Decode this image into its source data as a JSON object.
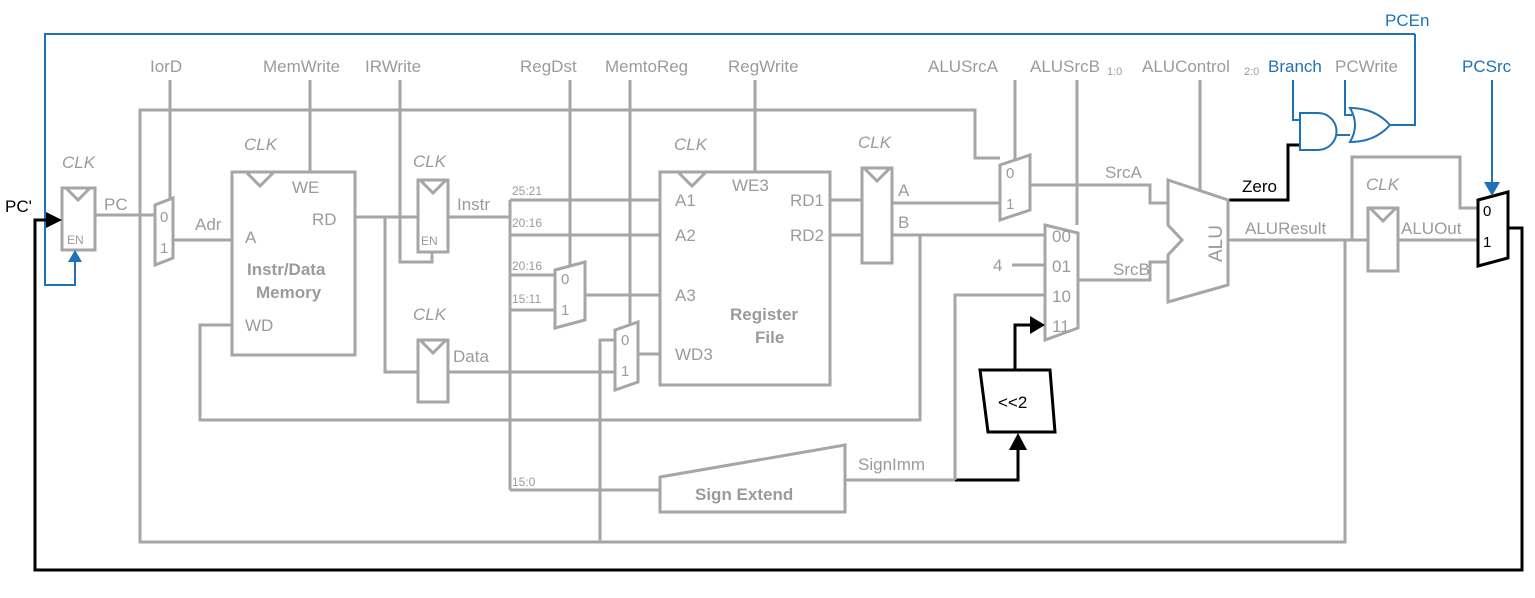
{
  "control_signals": {
    "iord": "IorD",
    "memwrite": "MemWrite",
    "irwrite": "IRWrite",
    "regdst": "RegDst",
    "memtoreg": "MemtoReg",
    "regwrite": "RegWrite",
    "alusrca": "ALUSrcA",
    "alusrcb": "ALUSrcB",
    "alusrcb_sub": "1:0",
    "alucontrol": "ALUControl",
    "alucontrol_sub": "2:0",
    "branch": "Branch",
    "pcwrite": "PCWrite",
    "pcen": "PCEn",
    "pcsrc": "PCSrc"
  },
  "clk": "CLK",
  "pc_reg": {
    "input": "PC'",
    "output": "PC",
    "enable": "EN"
  },
  "mux0": {
    "in0": "0",
    "in1": "1",
    "out": "Adr"
  },
  "memory": {
    "a": "A",
    "we": "WE",
    "rd": "RD",
    "wd": "WD",
    "title1": "Instr/Data",
    "title2": "Memory"
  },
  "instr_reg": {
    "out": "Instr",
    "enable": "EN"
  },
  "data_reg": {
    "out": "Data"
  },
  "fields": {
    "f1": "25:21",
    "f2": "20:16",
    "f3": "20:16",
    "f4": "15:11",
    "f5": "15:0"
  },
  "regdst_mux": {
    "in0": "0",
    "in1": "1"
  },
  "memtoreg_mux": {
    "in0": "0",
    "in1": "1"
  },
  "regfile": {
    "a1": "A1",
    "a2": "A2",
    "a3": "A3",
    "wd3": "WD3",
    "we3": "WE3",
    "rd1": "RD1",
    "rd2": "RD2",
    "title1": "Register",
    "title2": "File"
  },
  "ab_reg": {
    "a": "A",
    "b": "B"
  },
  "srca_mux": {
    "in0": "0",
    "in1": "1",
    "out": "SrcA"
  },
  "srcb_mux": {
    "in0": "00",
    "in1": "01",
    "in2": "10",
    "in3": "11",
    "const4": "4",
    "out": "SrcB"
  },
  "shift": "<<2",
  "sign_extend": {
    "title": "Sign Extend",
    "out": "SignImm"
  },
  "alu": {
    "label": "ALU",
    "zero": "Zero",
    "result": "ALUResult"
  },
  "aluout_reg": {
    "out": "ALUOut"
  },
  "pcsrc_mux": {
    "in0": "0",
    "in1": "1"
  },
  "colors": {
    "datapath": "#a6a6a6",
    "control": "#1f72b8",
    "highlight": "#000000"
  }
}
